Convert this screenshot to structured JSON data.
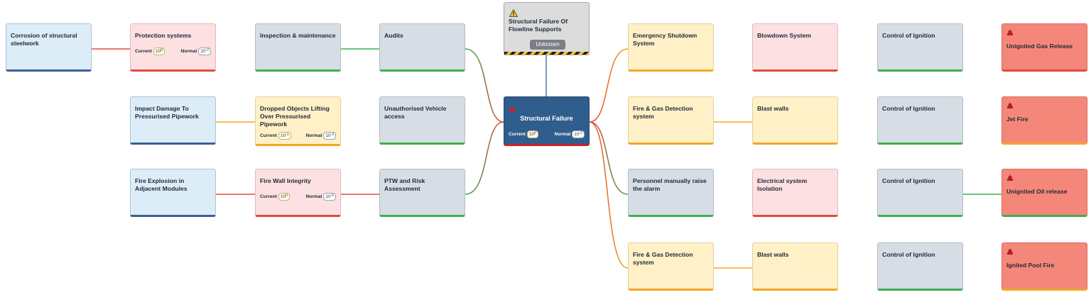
{
  "central": {
    "title": "Structural Failure",
    "current_label": "Current",
    "current_value": "10",
    "current_exp": "0",
    "normal_label": "Normal",
    "normal_value": "10",
    "normal_exp": "-2",
    "icon": "hazard-icon"
  },
  "top_event": {
    "title": "Structural Failure Of Flowline Supports",
    "status": "Unknown",
    "icon": "warning-icon"
  },
  "threats": [
    {
      "label": "Corrosion of structural steelwork"
    },
    {
      "label": "Impact Damage To Pressurised Pipework"
    },
    {
      "label": "Fire Explosion in Adjacent Modules"
    }
  ],
  "prevention_barriers": [
    {
      "label": "Protection systems",
      "current_label": "Current",
      "current_value": "10",
      "current_exp": "0",
      "normal_label": "Normal",
      "normal_value": "10",
      "normal_exp": "-2"
    },
    {
      "label": "Inspection & maintenance"
    },
    {
      "label": "Audits"
    },
    {
      "label": "Dropped Objects Lifting Over Pressurised Pipework",
      "current_label": "Current",
      "current_value": "10",
      "current_exp": "-1",
      "normal_label": "Normal",
      "normal_value": "10",
      "normal_exp": "-3"
    },
    {
      "label": "Unauthorised Vehicle access"
    },
    {
      "label": "Fire Wall Integrity",
      "current_label": "Current",
      "current_value": "10",
      "current_exp": "0",
      "normal_label": "Normal",
      "normal_value": "10",
      "normal_exp": "-5"
    },
    {
      "label": "PTW and Risk Assessment"
    }
  ],
  "mitigation_barriers": [
    {
      "label": "Emergency Shutdown System"
    },
    {
      "label": "Blowdown System"
    },
    {
      "label": "Control of Ignition"
    },
    {
      "label": "Fire & Gas Detection system"
    },
    {
      "label": "Blast walls"
    },
    {
      "label": "Control of Ignition"
    },
    {
      "label": "Personnel manually raise the alarm"
    },
    {
      "label": "Electrical system Isolation"
    },
    {
      "label": "Control of Ignition"
    },
    {
      "label": "Fire & Gas Detection system"
    },
    {
      "label": "Blast walls"
    },
    {
      "label": "Control of Ignition"
    }
  ],
  "consequences": [
    {
      "label": "Unignited Gas Release",
      "icon": "hazard-icon"
    },
    {
      "label": "Jet Fire",
      "icon": "hazard-icon"
    },
    {
      "label": "Unignited Oil release",
      "icon": "hazard-icon"
    },
    {
      "label": "Ignited Pool Fire",
      "icon": "hazard-icon"
    }
  ],
  "colors": {
    "red": "#e14b3c",
    "green": "#3fae4f",
    "orange": "#f2a623",
    "navy": "#2f5d8d",
    "connector": "#4a6f99"
  }
}
